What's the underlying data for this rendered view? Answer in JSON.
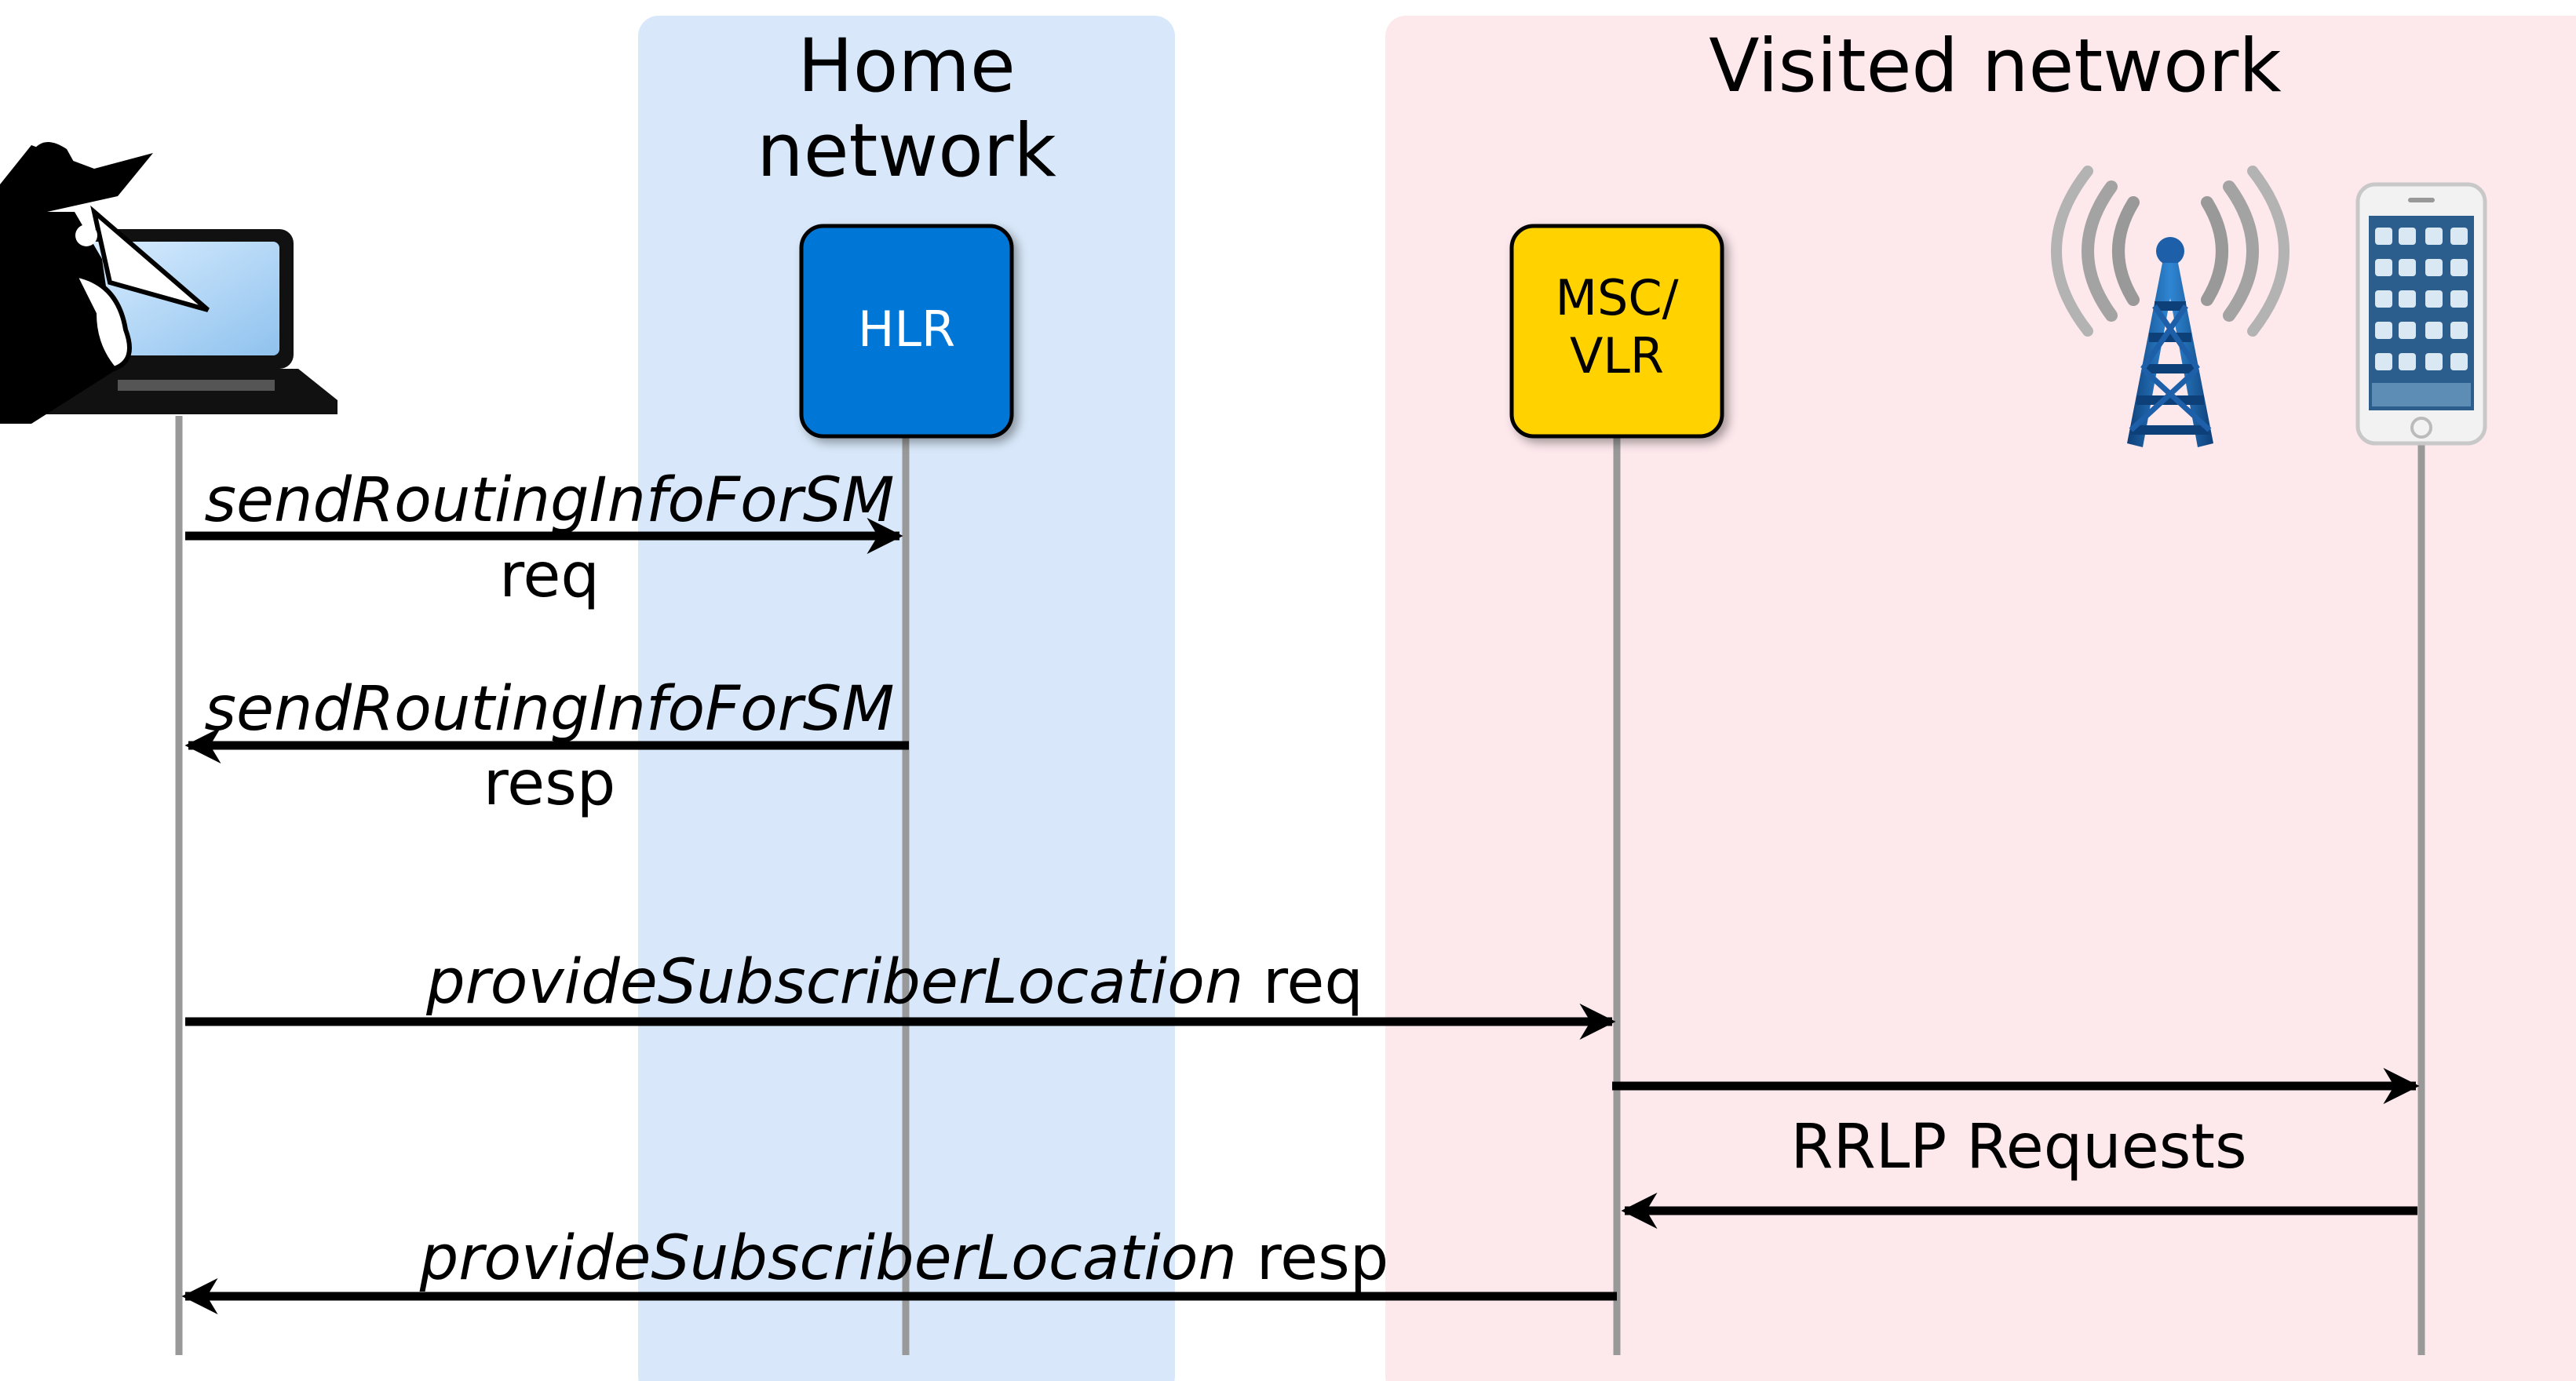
{
  "colors": {
    "home_zone": "#d8e8fa",
    "visited_zone": "#fde8ec",
    "hlr_box": "#0277d6",
    "msc_box": "#ffd200",
    "lifeline": "#999999",
    "arrow": "#000000"
  },
  "zones": {
    "home": {
      "title_line1": "Home",
      "title_line2": "network"
    },
    "visited": {
      "title": "Visited network"
    }
  },
  "actors": {
    "attacker": {
      "icon": "spy-with-laptop-icon"
    },
    "hlr": {
      "label": "HLR"
    },
    "msc": {
      "label_line1": "MSC/",
      "label_line2": "VLR"
    },
    "tower": {
      "icon": "cell-tower-icon"
    },
    "phone": {
      "icon": "smartphone-icon"
    }
  },
  "messages": [
    {
      "name": "sendRoutingInfoForSM",
      "suffix": "req",
      "from": "attacker",
      "to": "hlr"
    },
    {
      "name": "sendRoutingInfoForSM",
      "suffix": "resp",
      "from": "hlr",
      "to": "attacker"
    },
    {
      "name": "provideSubscriberLocation",
      "suffix": " req",
      "from": "attacker",
      "to": "msc"
    },
    {
      "name": "",
      "suffix": "",
      "from": "msc",
      "to": "phone"
    },
    {
      "name": "RRLP Requests",
      "suffix": "",
      "from": "phone",
      "to": "msc"
    },
    {
      "name": "provideSubscriberLocation",
      "suffix": " resp",
      "from": "msc",
      "to": "attacker"
    }
  ]
}
